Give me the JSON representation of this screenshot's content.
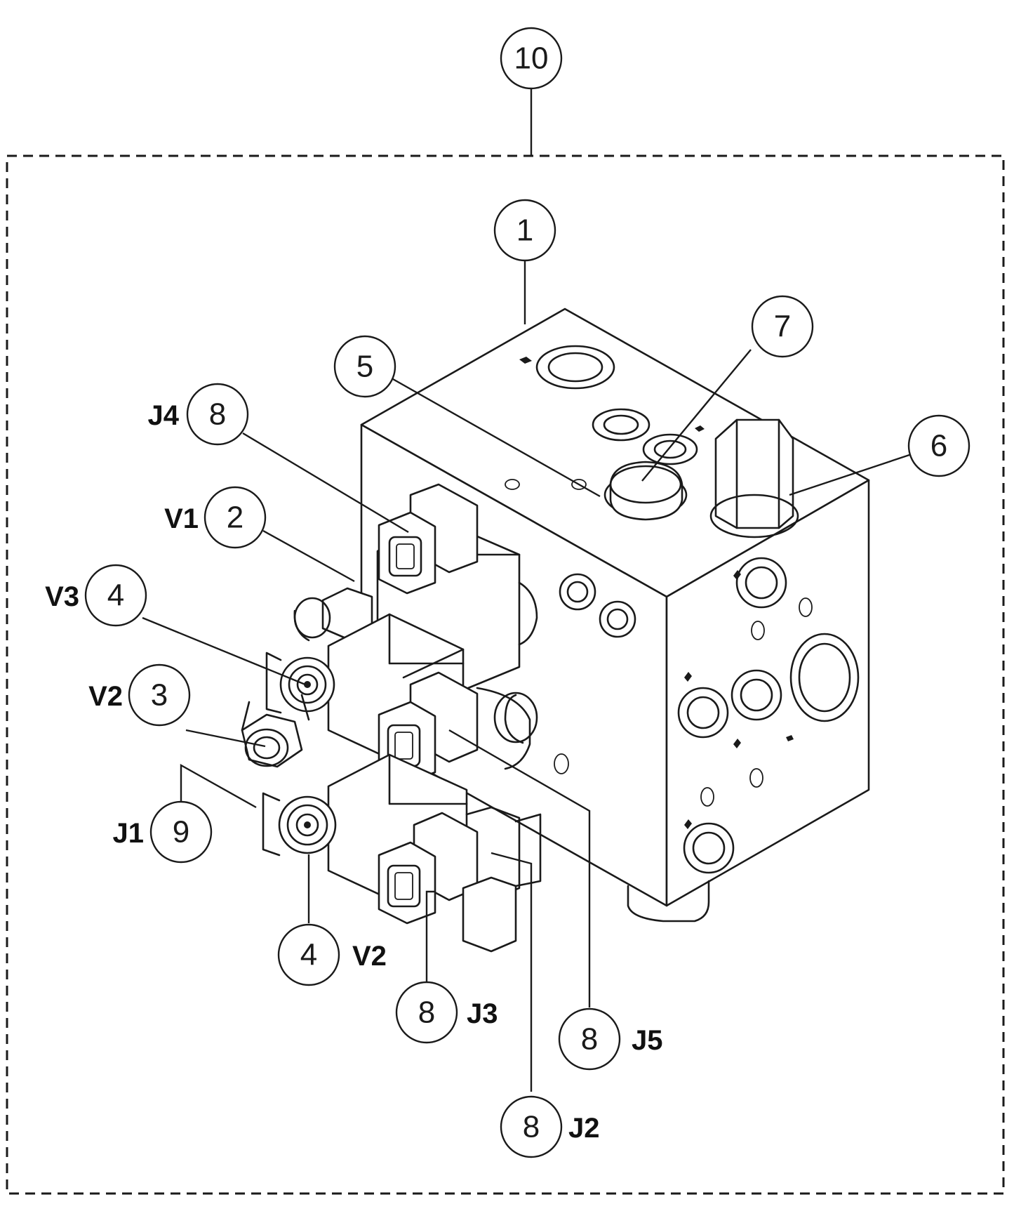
{
  "callouts": [
    {
      "id": "c10",
      "number": "10",
      "tag": ""
    },
    {
      "id": "c1",
      "number": "1",
      "tag": ""
    },
    {
      "id": "c7",
      "number": "7",
      "tag": ""
    },
    {
      "id": "c5",
      "number": "5",
      "tag": ""
    },
    {
      "id": "c6",
      "number": "6",
      "tag": ""
    },
    {
      "id": "c8-j4",
      "number": "8",
      "tag": "J4"
    },
    {
      "id": "c2",
      "number": "2",
      "tag": "V1"
    },
    {
      "id": "c4-v3",
      "number": "4",
      "tag": "V3"
    },
    {
      "id": "c3",
      "number": "3",
      "tag": "V2"
    },
    {
      "id": "c9",
      "number": "9",
      "tag": "J1"
    },
    {
      "id": "c4-v2",
      "number": "4",
      "tag": "V2"
    },
    {
      "id": "c8-j3",
      "number": "8",
      "tag": "J3"
    },
    {
      "id": "c8-j5",
      "number": "8",
      "tag": "J5"
    },
    {
      "id": "c8-j2",
      "number": "8",
      "tag": "J2"
    }
  ]
}
